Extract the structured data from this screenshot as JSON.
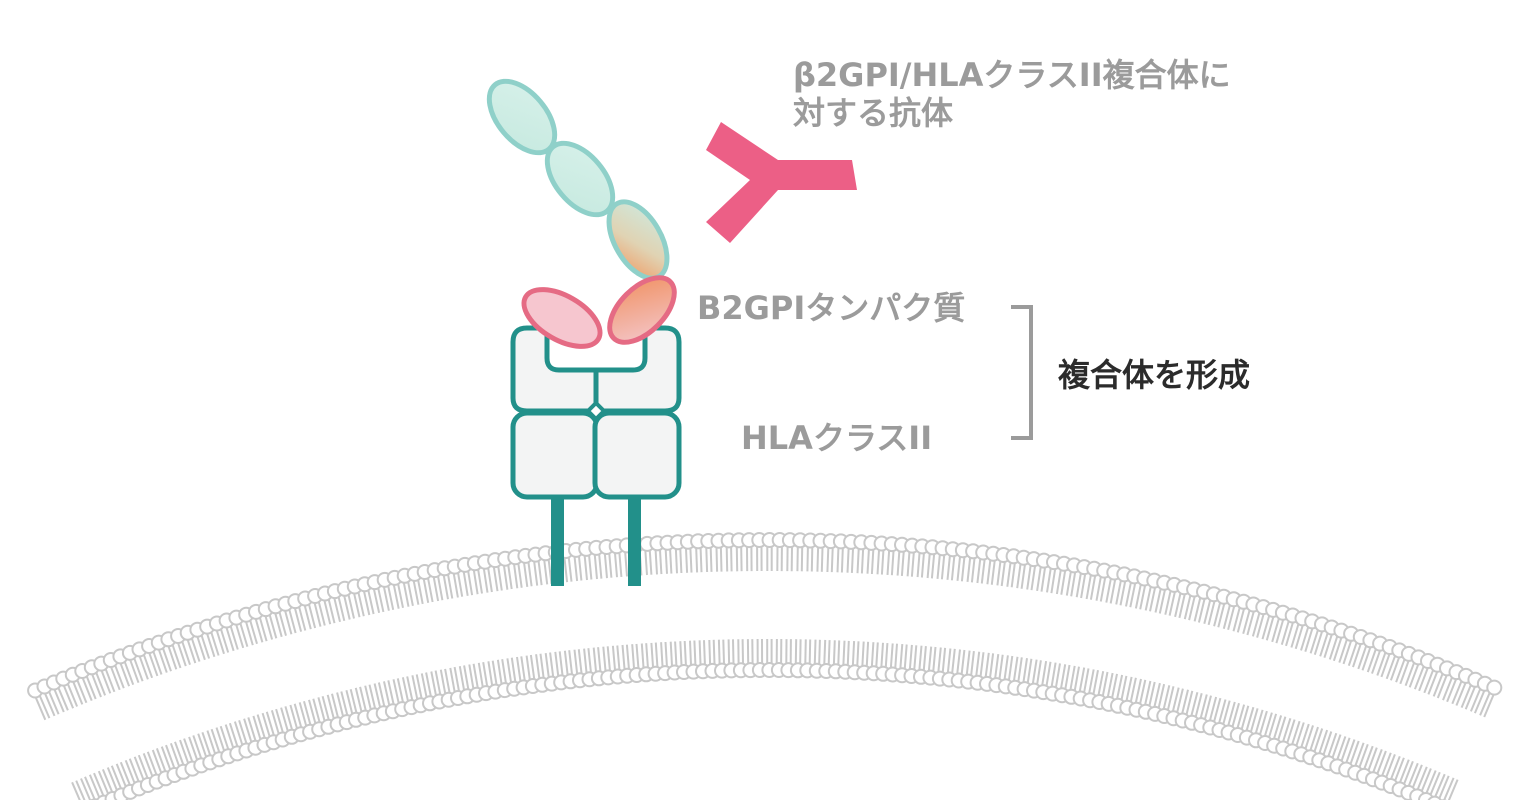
{
  "labels": {
    "antibody_line1": "β2GPI/HLAクラスII複合体に",
    "antibody_line2": "対する抗体",
    "b2gpi_protein": "B2GPIタンパク質",
    "hla_class2": "HLAクラスII",
    "complex_formation": "複合体を形成"
  },
  "colors": {
    "antibody": "#ec5f86",
    "hla_outline": "#22908a",
    "hla_fill": "#f3f4f4",
    "b2gpi_teal_outline": "#8fd0c9",
    "b2gpi_teal_fill": "#cfeee6",
    "b2gpi_pink_outline": "#e56b84",
    "b2gpi_orange": "#f0a06a",
    "membrane": "#c8c8c8",
    "bracket": "#9b9b9b",
    "label_gray": "#9b9b9b",
    "label_dark": "#2b2b2b"
  }
}
